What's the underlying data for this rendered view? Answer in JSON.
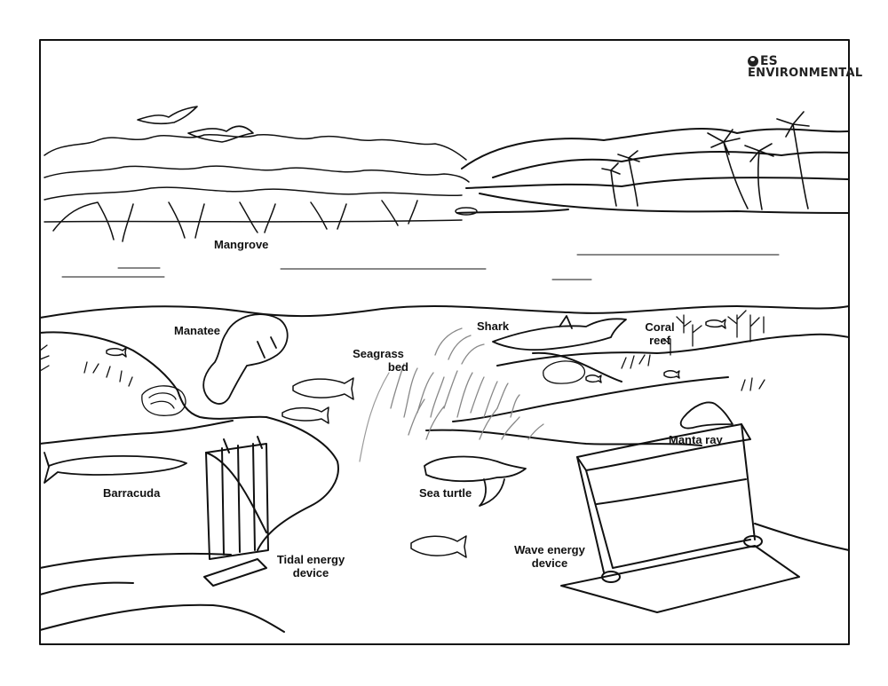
{
  "logo": {
    "line1": "ES",
    "line2": "ENVIRONMENTAL"
  },
  "labels": {
    "mangrove": "Mangrove",
    "manatee": "Manatee",
    "shark": "Shark",
    "coral_reef_1": "Coral",
    "coral_reef_2": "reef",
    "seagrass_bed_1": "Seagrass",
    "seagrass_bed_2": "bed",
    "manta_ray": "Manta ray",
    "barracuda": "Barracuda",
    "sea_turtle": "Sea turtle",
    "tidal_energy_1": "Tidal energy",
    "tidal_energy_2": "device",
    "wave_energy_1": "Wave energy",
    "wave_energy_2": "device"
  },
  "colors": {
    "ink": "#111111",
    "seagrass": "#888888",
    "paper": "#ffffff"
  },
  "icons": [
    "globe-icon"
  ]
}
